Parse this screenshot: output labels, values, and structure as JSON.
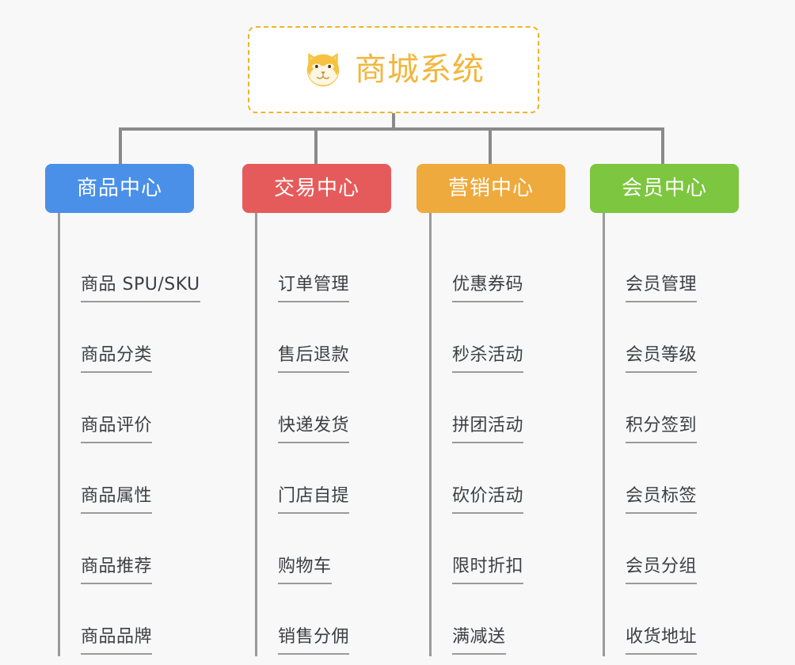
{
  "background_color": "#f8f8f8",
  "root": {
    "icon": "shiba-dog-face-icon",
    "title": "商城系统",
    "title_color": "#f2b63c",
    "border_color": "#f0b429",
    "background_color": "#ffffff"
  },
  "connector_color": "#8a8a8a",
  "columns": [
    {
      "id": "product-center",
      "label": "商品中心",
      "color": "#4a90e8",
      "items": [
        {
          "label": "商品 SPU/SKU"
        },
        {
          "label": "商品分类"
        },
        {
          "label": "商品评价"
        },
        {
          "label": "商品属性"
        },
        {
          "label": "商品推荐"
        },
        {
          "label": "商品品牌"
        }
      ]
    },
    {
      "id": "trade-center",
      "label": "交易中心",
      "color": "#e55b5b",
      "items": [
        {
          "label": "订单管理"
        },
        {
          "label": "售后退款"
        },
        {
          "label": "快递发货"
        },
        {
          "label": "门店自提"
        },
        {
          "label": "购物车"
        },
        {
          "label": "销售分佣"
        }
      ]
    },
    {
      "id": "marketing-center",
      "label": "营销中心",
      "color": "#eeaa3c",
      "items": [
        {
          "label": "优惠券码"
        },
        {
          "label": "秒杀活动"
        },
        {
          "label": "拼团活动"
        },
        {
          "label": "砍价活动"
        },
        {
          "label": "限时折扣"
        },
        {
          "label": "满减送"
        }
      ]
    },
    {
      "id": "member-center",
      "label": "会员中心",
      "color": "#7dc63f",
      "items": [
        {
          "label": "会员管理"
        },
        {
          "label": "会员等级"
        },
        {
          "label": "积分签到"
        },
        {
          "label": "会员标签"
        },
        {
          "label": "会员分组"
        },
        {
          "label": "收货地址"
        }
      ]
    }
  ]
}
